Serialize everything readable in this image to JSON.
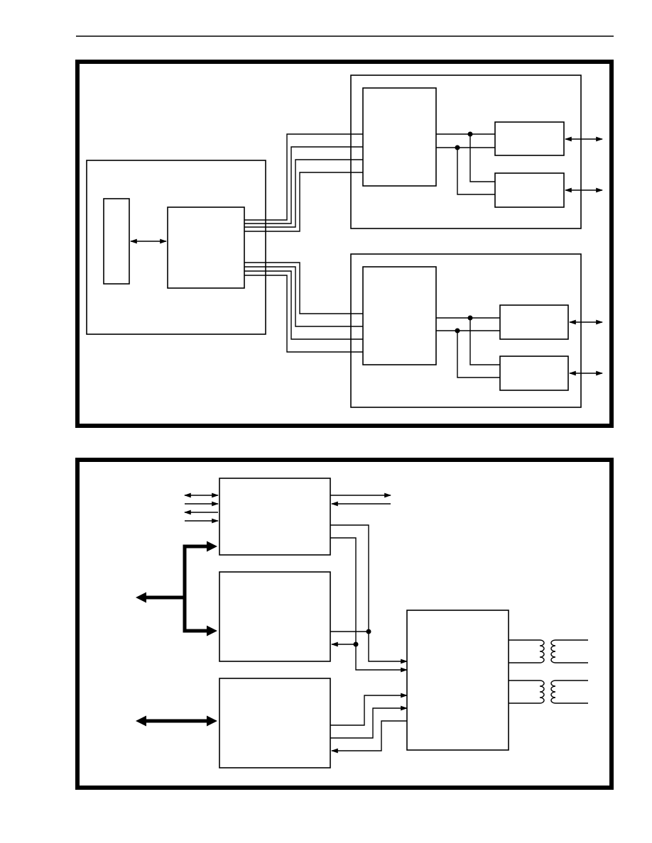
{
  "page": {
    "line_color": "#000000",
    "background": "#ffffff"
  },
  "figures": [
    {
      "kind": "block-diagram",
      "blocks": [
        "host-module",
        "memory-block",
        "controller-block",
        "upper-port-module",
        "upper-interface-block",
        "upper-transceiver-a",
        "upper-transceiver-b",
        "lower-port-module",
        "lower-interface-block",
        "lower-transceiver-a",
        "lower-transceiver-b"
      ],
      "labels": []
    },
    {
      "kind": "block-diagram",
      "blocks": [
        "top-block",
        "middle-block",
        "bottom-block",
        "transceiver-block",
        "transformer-upper",
        "transformer-lower"
      ],
      "labels": []
    }
  ]
}
